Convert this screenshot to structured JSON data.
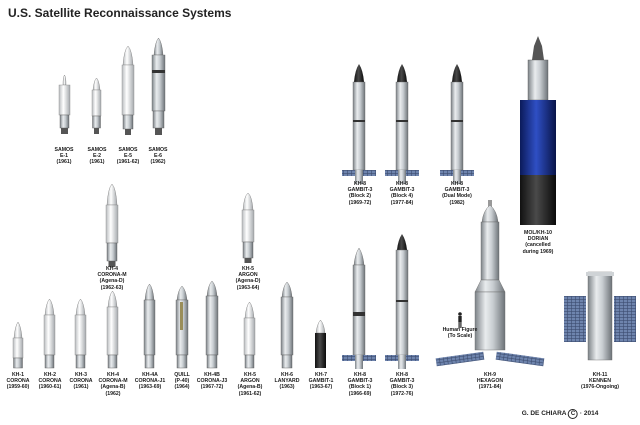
{
  "title": "U.S. Satellite Reconnaissance Systems",
  "credit": {
    "author": "G. DE CHIARA",
    "mark": "C",
    "year": "2014"
  },
  "human": {
    "lines": [
      "Human Figure",
      "(To Scale)"
    ]
  },
  "vehicles": [
    {
      "id": "samos-e1",
      "lines": [
        "SAMOS",
        "E-1",
        "(1961)"
      ]
    },
    {
      "id": "samos-e2",
      "lines": [
        "SAMOS",
        "E-2",
        "(1961)"
      ]
    },
    {
      "id": "samos-e5",
      "lines": [
        "SAMOS",
        "E-5",
        "(1961-62)"
      ]
    },
    {
      "id": "samos-e6",
      "lines": [
        "SAMOS",
        "E-6",
        "(1962)"
      ]
    },
    {
      "id": "kh4-corona-m-top",
      "lines": [
        "KH-4",
        "CORONA-M",
        "(Agena-D)",
        "(1962-63)"
      ]
    },
    {
      "id": "kh5-argon-top",
      "lines": [
        "KH-5",
        "ARGON",
        "(Agena-D)",
        "(1963-64)"
      ]
    },
    {
      "id": "kh8-gambit3-block2",
      "lines": [
        "KH-8",
        "GAMBIT-3",
        "(Block 2)",
        "(1969-72)"
      ]
    },
    {
      "id": "kh8-gambit3-block4",
      "lines": [
        "KH-8",
        "GAMBIT-3",
        "(Block 4)",
        "(1977-84)"
      ]
    },
    {
      "id": "kh8-gambit3-dual",
      "lines": [
        "KH-8",
        "GAMBIT-3",
        "(Dual Mode)",
        "(1982)"
      ]
    },
    {
      "id": "mol-kh10-dorian",
      "lines": [
        "MOL/KH-10",
        "DORIAN",
        "(cancelled",
        "during 1969)"
      ]
    },
    {
      "id": "kh1-corona",
      "lines": [
        "KH-1",
        "CORONA",
        "(1959-60)"
      ]
    },
    {
      "id": "kh2-corona",
      "lines": [
        "KH-2",
        "CORONA",
        "(1960-61)"
      ]
    },
    {
      "id": "kh3-corona",
      "lines": [
        "KH-3",
        "CORONA",
        "(1961)"
      ]
    },
    {
      "id": "kh4-corona-m",
      "lines": [
        "KH-4",
        "CORONA-M",
        "(Agena-B)",
        "(1962)"
      ]
    },
    {
      "id": "kh4a-corona-j1",
      "lines": [
        "KH-4A",
        "CORONA-J1",
        "(1963-69)"
      ]
    },
    {
      "id": "quill",
      "lines": [
        "QUILL",
        "(P-40)",
        "(1964)"
      ]
    },
    {
      "id": "kh4b-corona-j3",
      "lines": [
        "KH-4B",
        "CORONA-J3",
        "(1967-72)"
      ]
    },
    {
      "id": "kh5-argon",
      "lines": [
        "KH-5",
        "ARGON",
        "(Agena-B)",
        "(1961-62)"
      ]
    },
    {
      "id": "kh6-lanyard",
      "lines": [
        "KH-6",
        "LANYARD",
        "(1963)"
      ]
    },
    {
      "id": "kh7-gambit1",
      "lines": [
        "KH-7",
        "GAMBIT-1",
        "(1963-67)"
      ]
    },
    {
      "id": "kh8-gambit3-block1",
      "lines": [
        "KH-8",
        "GAMBIT-3",
        "(Block 1)",
        "(1966-69)"
      ]
    },
    {
      "id": "kh8-gambit3-block3",
      "lines": [
        "KH-8",
        "GAMBIT-3",
        "(Block 3)",
        "(1972-76)"
      ]
    },
    {
      "id": "kh9-hexagon",
      "lines": [
        "KH-9",
        "HEXAGON",
        "(1971-84)"
      ]
    },
    {
      "id": "kh11-kennen",
      "lines": [
        "KH-11",
        "KENNEN",
        "(1976-Ongoing)"
      ]
    }
  ]
}
